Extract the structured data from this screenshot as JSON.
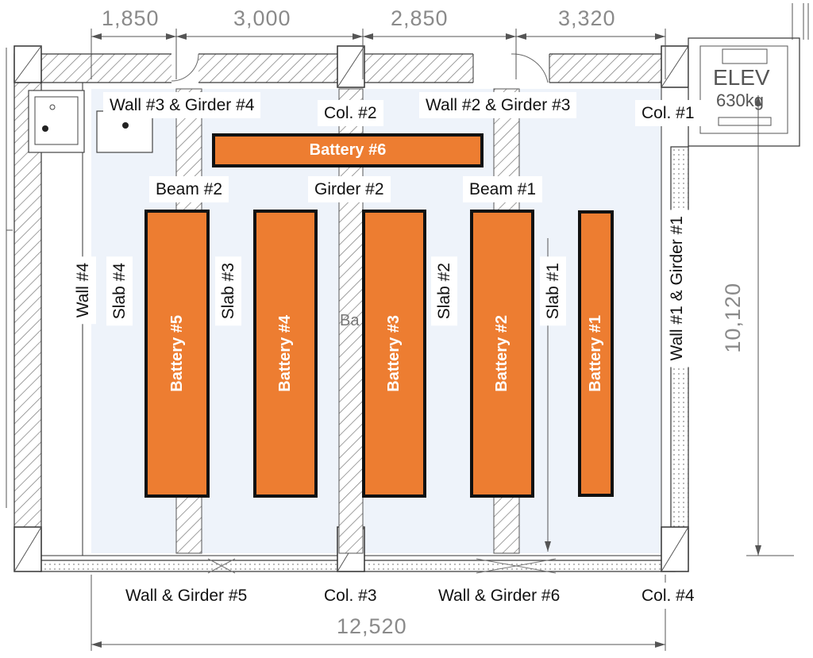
{
  "dimensions": {
    "top": [
      "1,850",
      "3,000",
      "2,850",
      "3,320"
    ],
    "bottom": "12,520",
    "right": "10,120"
  },
  "elevator": {
    "line1": "ELEV",
    "line2": "630kg"
  },
  "faint_text": "Ba",
  "labels": {
    "wall3_girder4": "Wall #3 & Girder #4",
    "col2": "Col. #2",
    "wall2_girder3": "Wall #2 & Girder #3",
    "col1": "Col. #1",
    "beam2": "Beam #2",
    "girder2": "Girder #2",
    "beam1": "Beam #1",
    "wall4": "Wall #4",
    "slab4": "Slab #4",
    "slab3": "Slab #3",
    "slab2": "Slab #2",
    "slab1": "Slab #1",
    "wall1_girder1": "Wall #1 & Girder #1",
    "wall_girder5": "Wall & Girder #5",
    "col3": "Col. #3",
    "wall_girder6": "Wall & Girder #6",
    "col4": "Col. #4"
  },
  "batteries": {
    "b1": "Battery #1",
    "b2": "Battery #2",
    "b3": "Battery #3",
    "b4": "Battery #4",
    "b5": "Battery #5",
    "b6": "Battery #6"
  },
  "colors": {
    "battery": "#ed7d31",
    "outline": "#111111",
    "floor": "#eef3fa",
    "dimension": "#8a8a8a"
  }
}
